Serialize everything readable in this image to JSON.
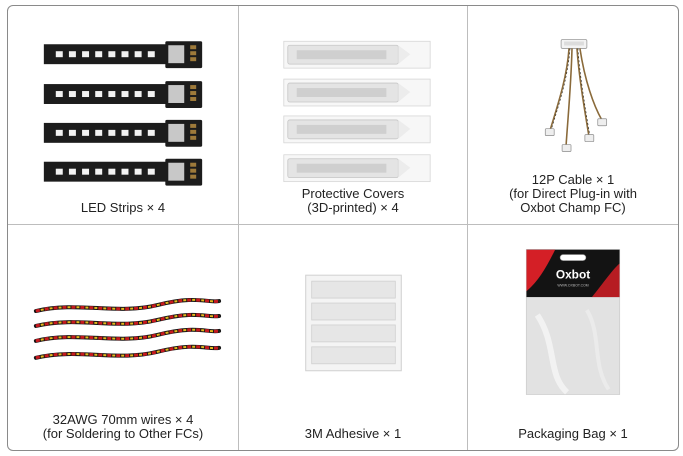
{
  "items": [
    {
      "lines": [
        "LED Strips × 4"
      ]
    },
    {
      "lines": [
        "Protective Covers",
        "(3D-printed) × 4"
      ]
    },
    {
      "lines": [
        "12P Cable × 1",
        "(for Direct Plug-in with",
        "Oxbot Champ FC)"
      ]
    },
    {
      "lines": [
        "32AWG 70mm wires × 4",
        "(for Soldering to Other FCs)"
      ]
    },
    {
      "lines": [
        "3M Adhesive × 1"
      ]
    },
    {
      "lines": [
        "Packaging Bag × 1"
      ]
    }
  ],
  "bag_logo": "Oxbot",
  "bag_url": "WWW.OXBOT.COM",
  "colors": {
    "strip": "#1c1c1c",
    "led": "#f2f2f2",
    "cover": "#e4e4e4",
    "wire_red": "#c8191e",
    "wire_yellow": "#e6b81c",
    "bag_red": "#d41f26"
  }
}
